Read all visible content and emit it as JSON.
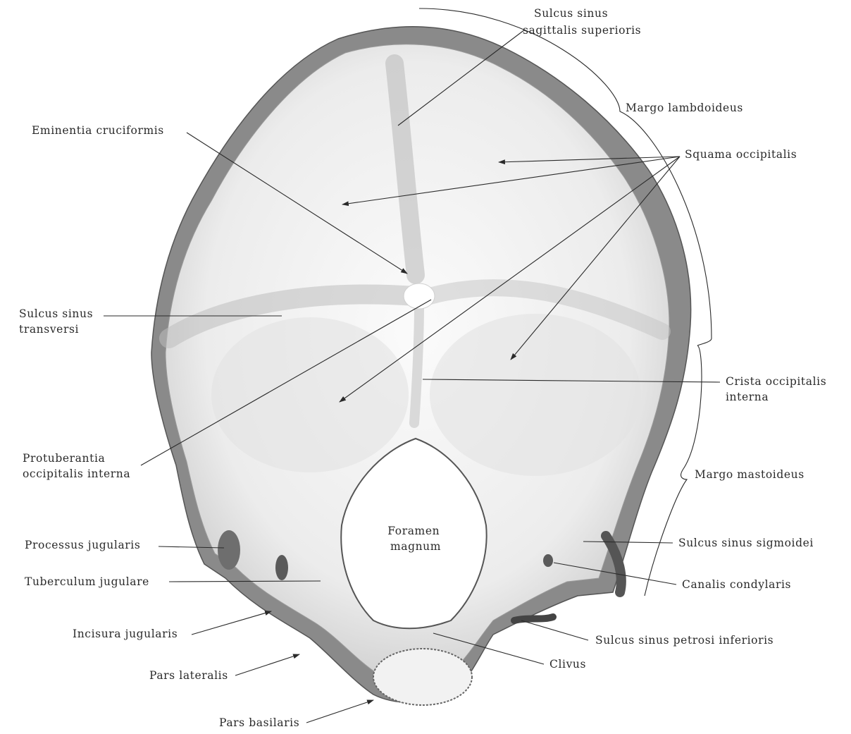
{
  "labels": {
    "sulcus_sinus_sagittalis_superioris": [
      "Sulcus sinus",
      "sagittalis superioris"
    ],
    "margo_lambdoideus": "Margo lambdoideus",
    "eminentia_cruciformis": "Eminentia cruciformis",
    "squama_occipitalis": "Squama occipitalis",
    "sulcus_sinus_transversi": [
      "Sulcus sinus",
      "transversi"
    ],
    "crista_occipitalis_interna": [
      "Crista occipitalis",
      "interna"
    ],
    "protuberantia_occipitalis_interna": [
      "Protuberantia",
      "occipitalis interna"
    ],
    "margo_mastoideus": "Margo mastoideus",
    "foramen_magnum": [
      "Foramen",
      "magnum"
    ],
    "processus_jugularis": "Processus jugularis",
    "sulcus_sinus_sigmoidei": "Sulcus sinus sigmoidei",
    "tuberculum_jugulare": "Tuberculum jugulare",
    "canalis_condylaris": "Canalis condylaris",
    "incisura_jugularis": "Incisura jugularis",
    "sulcus_sinus_petrosi_inferioris": "Sulcus sinus petrosi inferioris",
    "pars_lateralis": "Pars lateralis",
    "clivus": "Clivus",
    "pars_basilaris": "Pars basilaris"
  },
  "colors": {
    "ink": "#2a2a2a",
    "bone_light": "#f4f4f4",
    "bone_shadow": "#cfcfcf",
    "bone_dark": "#6e6e6e"
  }
}
